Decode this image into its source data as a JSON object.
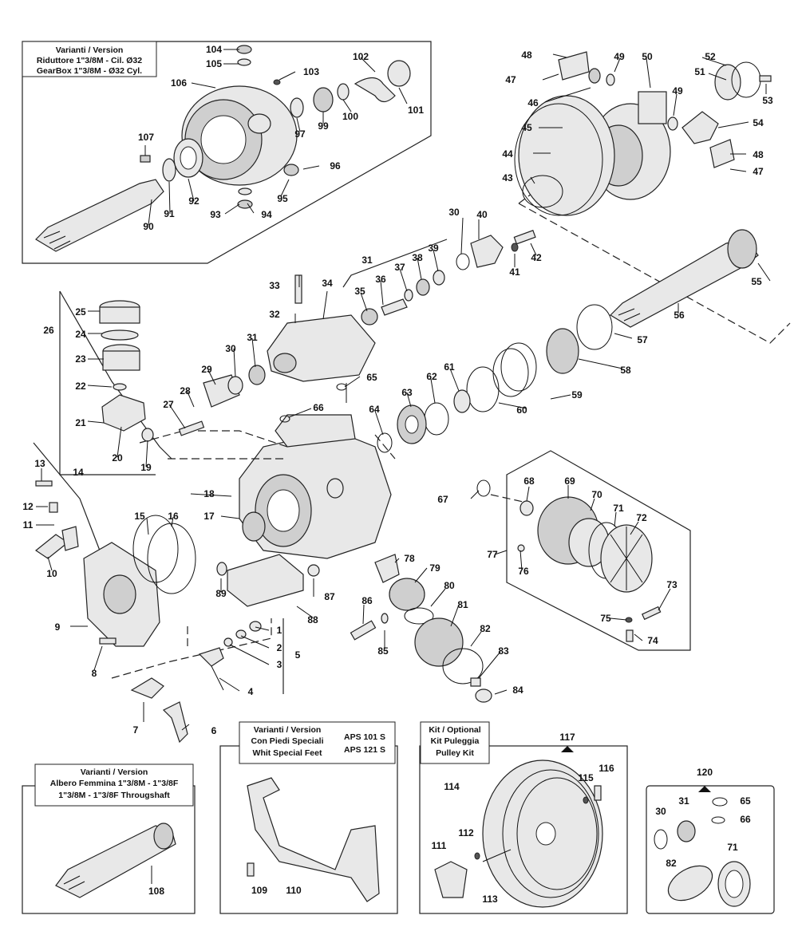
{
  "boxes": {
    "gearbox": [
      "Varianti / Version",
      "Riduttore 1\"3/8M - Cil. Ø32",
      "GearBox 1\"3/8M - Ø32 Cyl."
    ],
    "throughshaft": [
      "Varianti / Version",
      "Albero Femmina 1\"3/8M - 1\"3/8F",
      "1\"3/8M - 1\"3/8F Througshaft"
    ],
    "feet": [
      "Varianti / Version",
      "Con Piedi Speciali",
      "Whit Special Feet"
    ],
    "feet_models": [
      "APS 101 S",
      "APS 121 S"
    ],
    "pulley": [
      "Kit / Optional",
      "Kit Puleggia",
      "Pulley Kit"
    ]
  },
  "parts": {
    "p1": "1",
    "p2": "2",
    "p3": "3",
    "p4": "4",
    "p5": "5",
    "p6": "6",
    "p7": "7",
    "p8": "8",
    "p9": "9",
    "p10": "10",
    "p11": "11",
    "p12": "12",
    "p13": "13",
    "p14": "14",
    "p15": "15",
    "p16": "16",
    "p17": "17",
    "p18": "18",
    "p19": "19",
    "p20": "20",
    "p21": "21",
    "p22": "22",
    "p23": "23",
    "p24": "24",
    "p25": "25",
    "p26": "26",
    "p27": "27",
    "p28": "28",
    "p29": "29",
    "p30": "30",
    "p31": "31",
    "p32": "32",
    "p33": "33",
    "p34": "34",
    "p35": "35",
    "p36": "36",
    "p37": "37",
    "p38": "38",
    "p39": "39",
    "p40": "40",
    "p41": "41",
    "p42": "42",
    "p43": "43",
    "p44": "44",
    "p45": "45",
    "p46": "46",
    "p47": "47",
    "p48": "48",
    "p49": "49",
    "p50": "50",
    "p51": "51",
    "p52": "52",
    "p53": "53",
    "p54": "54",
    "p55": "55",
    "p56": "56",
    "p57": "57",
    "p58": "58",
    "p59": "59",
    "p60": "60",
    "p61": "61",
    "p62": "62",
    "p63": "63",
    "p64": "64",
    "p65": "65",
    "p66": "66",
    "p67": "67",
    "p68": "68",
    "p69": "69",
    "p70": "70",
    "p71": "71",
    "p72": "72",
    "p73": "73",
    "p74": "74",
    "p75": "75",
    "p76": "76",
    "p77": "77",
    "p78": "78",
    "p79": "79",
    "p80": "80",
    "p81": "81",
    "p82": "82",
    "p83": "83",
    "p84": "84",
    "p85": "85",
    "p86": "86",
    "p87": "87",
    "p88": "88",
    "p89": "89",
    "p90": "90",
    "p91": "91",
    "p92": "92",
    "p93": "93",
    "p94": "94",
    "p95": "95",
    "p96": "96",
    "p97": "97",
    "p99": "99",
    "p100": "100",
    "p101": "101",
    "p102": "102",
    "p103": "103",
    "p104": "104",
    "p105": "105",
    "p106": "106",
    "p107": "107",
    "p108": "108",
    "p109": "109",
    "p110": "110",
    "p111": "111",
    "p112": "112",
    "p113": "113",
    "p114": "114",
    "p115": "115",
    "p116": "116",
    "p117": "117",
    "p120": "120"
  }
}
